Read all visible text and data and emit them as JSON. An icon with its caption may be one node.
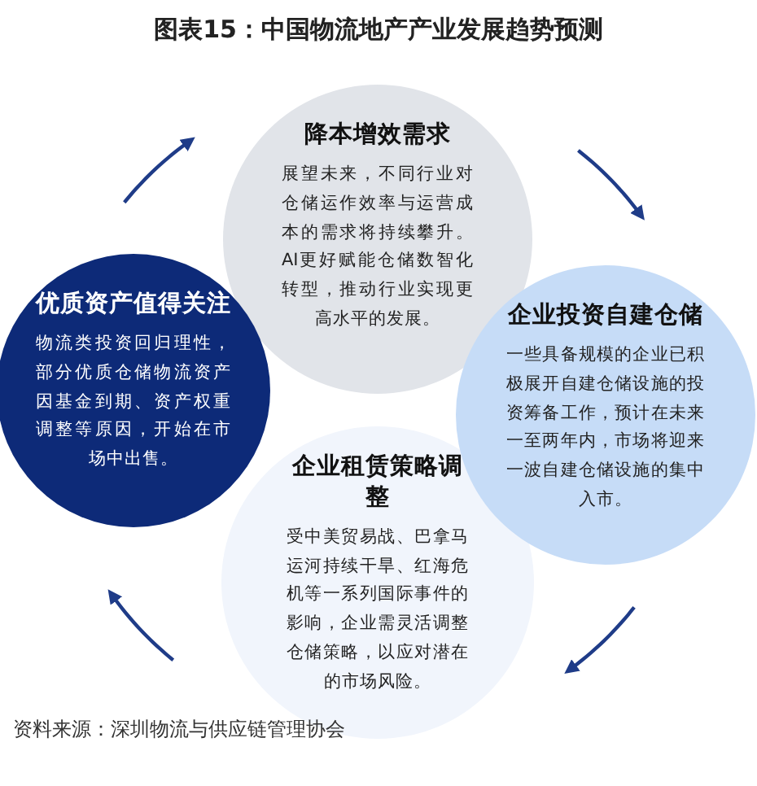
{
  "diagram": {
    "title": "图表15：中国物流地产产业发展趋势预测",
    "nodes": [
      {
        "text": [
          "降本增效需求",
          "展望未来，不同行业对仓储运作效率与运营成本的需求将持续攀升。AI更好赋能仓储数智化转型，推动行业实现更高水平的发展。"
        ]
      },
      {
        "text": [
          "优质资产值得关注",
          "物流类投资回归理性，部分优质仓储物流资产因基金到期、资产权重调整等原因，开始在市场中出售。"
        ]
      },
      {
        "text": [
          "企业投资自建仓储",
          "一些具备规模的企业已积极展开自建仓储设施的投资筹备工作，预计在未来一至两年内，市场将迎来一波自建仓储设施的集中入市。"
        ]
      },
      {
        "text": [
          "企业租赁策略调整",
          "受中美贸易战、巴拿马运河持续干旱、红海危机等一系列国际事件的影响，企业需灵活调整仓储策略，以应对潜在的市场风险。"
        ]
      }
    ],
    "edges": [
      {
        "from": 1,
        "to": 0,
        "arrow": "to"
      },
      {
        "from": 0,
        "to": 2,
        "arrow": "to"
      },
      {
        "from": 2,
        "to": 3,
        "arrow": "to"
      },
      {
        "from": 3,
        "to": 1,
        "arrow": "to"
      }
    ],
    "labels": [
      "资料来源：深圳物流与供应链管理协会"
    ]
  }
}
